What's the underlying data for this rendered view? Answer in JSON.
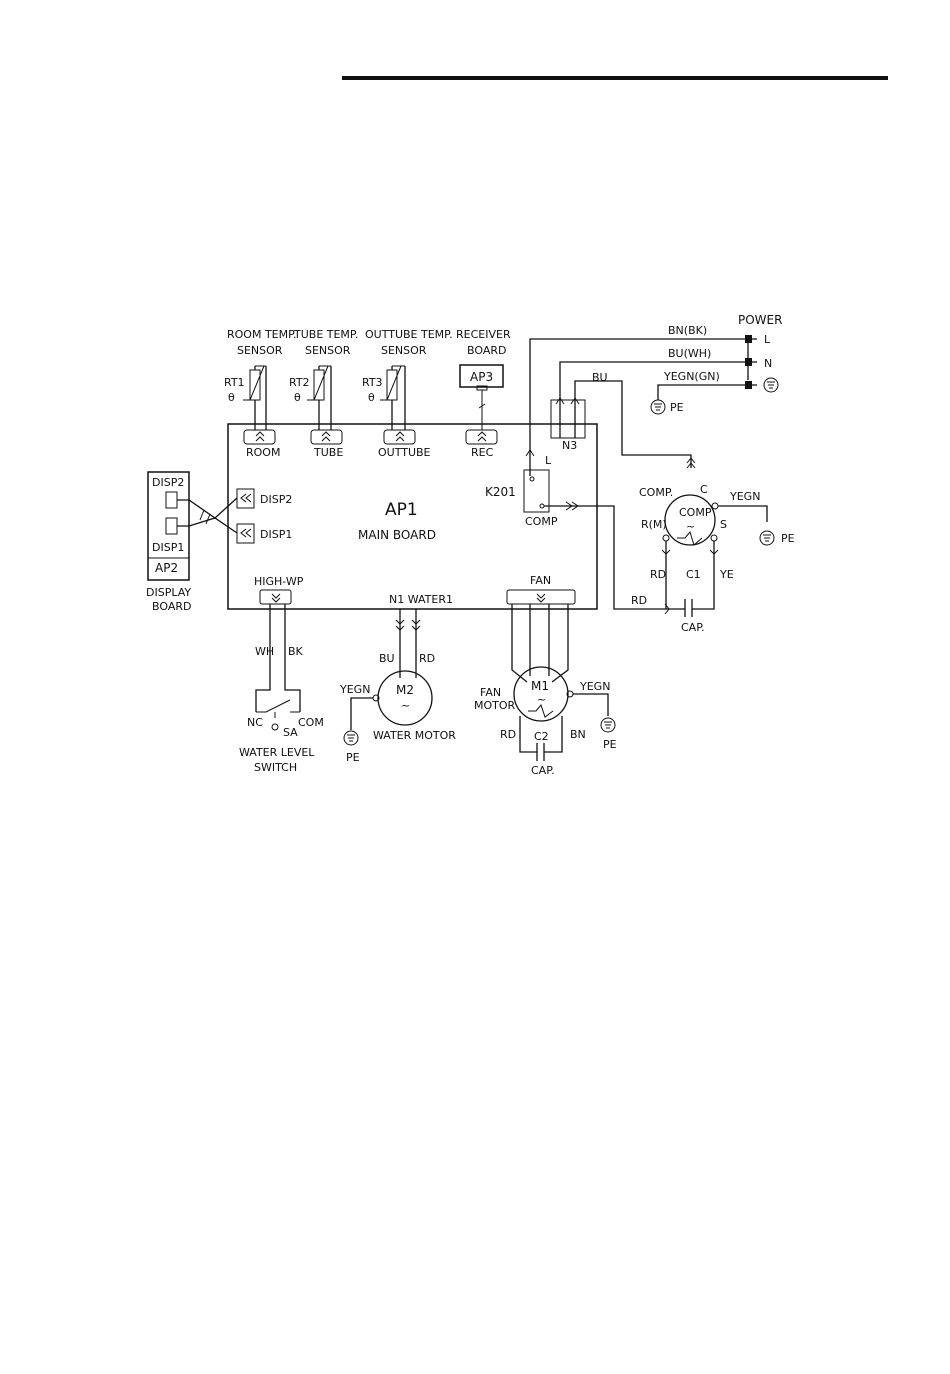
{
  "labels": {
    "power": "POWER",
    "L": "L",
    "N": "N",
    "bn_bk": "BN(BK)",
    "bu_wh": "BU(WH)",
    "bu": "BU",
    "yegn_gn": "YEGN(GN)",
    "pe": "PE",
    "room_temp_sensor_1": "ROOM TEMP.",
    "room_temp_sensor_2": "SENSOR",
    "tube_temp_sensor_1": "TUBE TEMP.",
    "tube_temp_sensor_2": "SENSOR",
    "outtube_temp_sensor_1": "OUTTUBE TEMP.",
    "outtube_temp_sensor_2": "SENSOR",
    "receiver_board_1": "RECEIVER",
    "receiver_board_2": "BOARD",
    "rt1": "RT1",
    "rt2": "RT2",
    "rt3": "RT3",
    "theta": "θ",
    "ap3": "AP3",
    "room": "ROOM",
    "tube": "TUBE",
    "outtube": "OUTTUBE",
    "rec": "REC",
    "n3": "N3",
    "k201": "K201",
    "comp": "COMP",
    "ap1": "AP1",
    "main_board": "MAIN BOARD",
    "disp1": "DISP1",
    "disp2": "DISP2",
    "ap2": "AP2",
    "display_board_1": "DISPLAY",
    "display_board_2": "BOARD",
    "high_wp": "HIGH-WP",
    "n1_water1": "N1  WATER1",
    "fan": "FAN",
    "comp_dot": "COMP.",
    "c": "C",
    "yegn": "YEGN",
    "r_m": "R(M)",
    "s": "S",
    "rd": "RD",
    "ye": "YE",
    "c1": "C1",
    "cap": "CAP.",
    "wh": "WH",
    "bk": "BK",
    "nc": "NC",
    "com": "COM",
    "sa": "SA",
    "water_level_switch_1": "WATER LEVEL",
    "water_level_switch_2": "SWITCH",
    "m2": "M2",
    "water_motor": "WATER MOTOR",
    "m1": "M1",
    "fan_motor_1": "FAN",
    "fan_motor_2": "MOTOR",
    "c2": "C2",
    "bn": "BN",
    "tilde": "~"
  }
}
